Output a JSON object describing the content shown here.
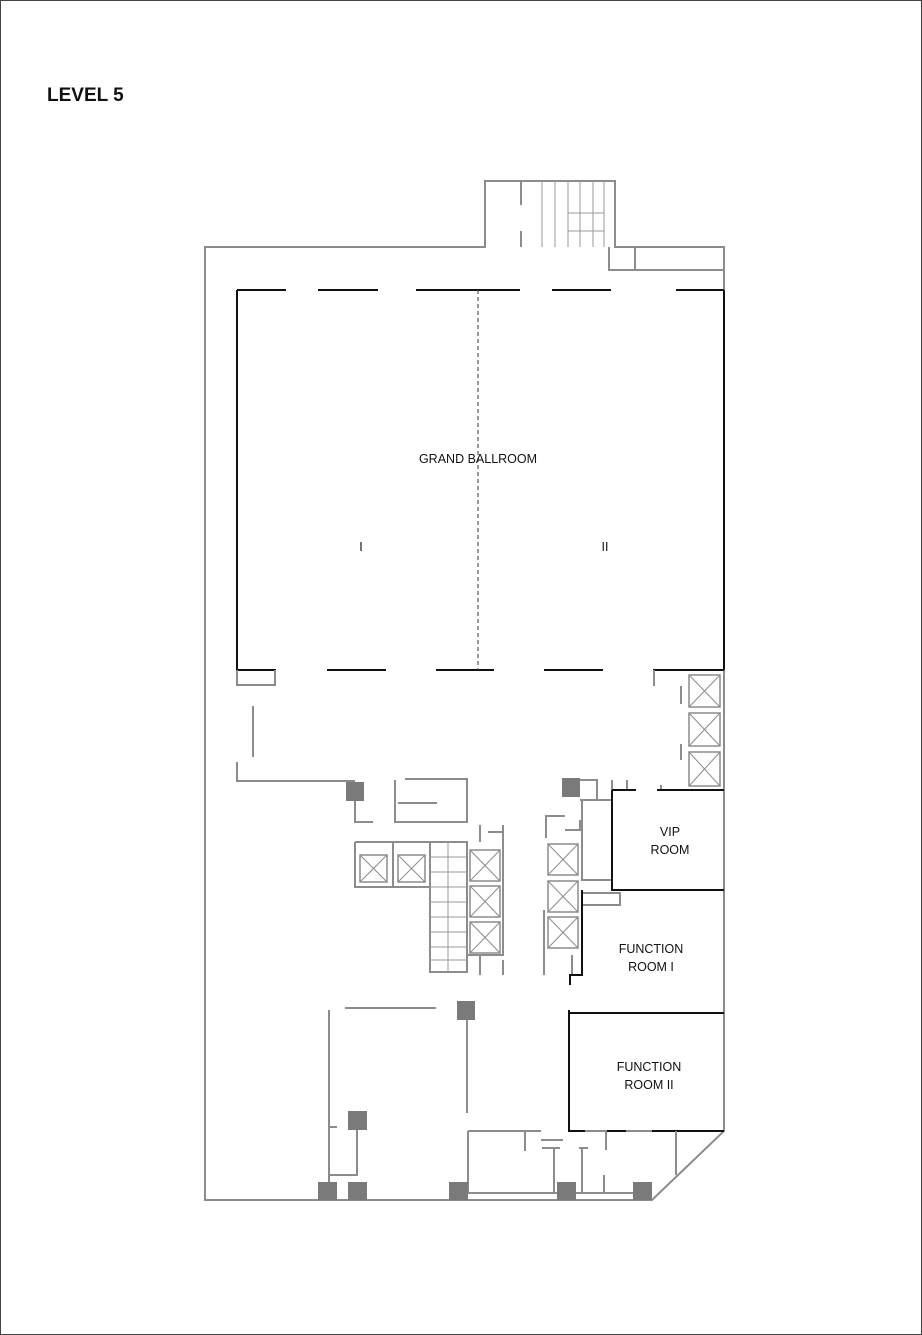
{
  "floor": {
    "title": "LEVEL 5"
  },
  "rooms": {
    "grand_ballroom": "GRAND BALLROOM",
    "ballroom_one": "I",
    "ballroom_two": "II",
    "vip_room": {
      "line1": "VIP",
      "line2": "ROOM"
    },
    "function_room_one": {
      "line1": "FUNCTION",
      "line2": "ROOM I"
    },
    "function_room_two": {
      "line1": "FUNCTION",
      "line2": "ROOM II"
    }
  },
  "icons": {
    "elevator": "elevator-icon",
    "staircase": "staircase-icon",
    "column": "column-icon"
  }
}
